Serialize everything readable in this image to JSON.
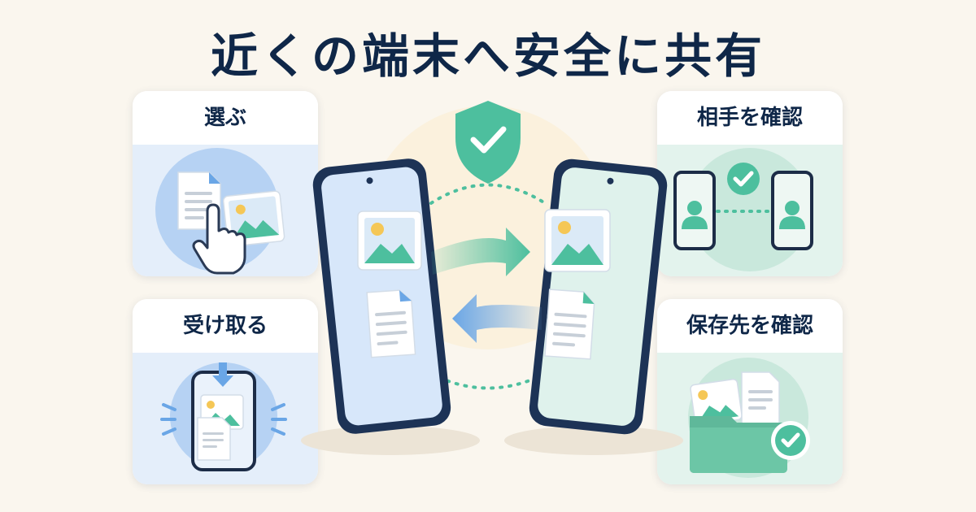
{
  "title": "近くの端末へ安全に共有",
  "cards": {
    "select": {
      "label": "選ぶ"
    },
    "verify": {
      "label": "相手を確認"
    },
    "receive": {
      "label": "受け取る"
    },
    "save": {
      "label": "保存先を確認"
    }
  },
  "icons": {
    "select": [
      "document-icon",
      "image-icon",
      "pointer-hand-icon"
    ],
    "verify": [
      "phone-icon",
      "user-icon",
      "check-circle-icon"
    ],
    "receive": [
      "phone-icon",
      "down-arrow-icon",
      "image-icon",
      "document-icon"
    ],
    "save": [
      "folder-icon",
      "image-icon",
      "document-icon",
      "check-circle-icon"
    ],
    "center": [
      "shield-check-icon",
      "phone-icon",
      "image-icon",
      "document-icon",
      "right-arrow-icon",
      "left-arrow-icon"
    ]
  },
  "colors": {
    "navy": "#0f2748",
    "teal": "#4dbf9e",
    "blue": "#6aa6e6",
    "blue_bg": "#e4eefa",
    "green_bg": "#e3f3ed",
    "background": "#faf6ee"
  }
}
